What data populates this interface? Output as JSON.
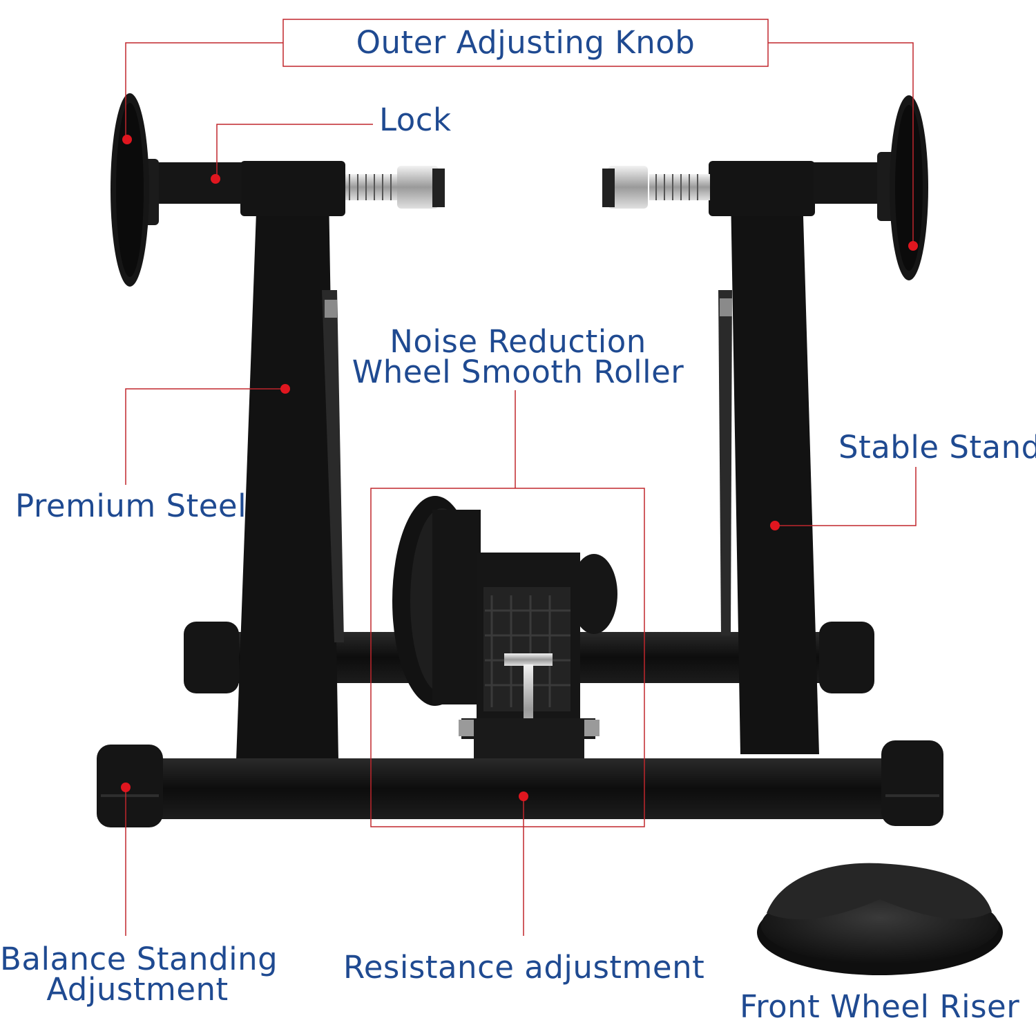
{
  "colors": {
    "label_text": "#1f4a91",
    "leader_line": "#c0262c",
    "marker_dot": "#e0161f",
    "product": "#111111",
    "background": "#ffffff"
  },
  "labels": {
    "outer_adjusting_knob": "Outer Adjusting Knob",
    "lock": "Lock",
    "noise_reduction_line1": "Noise Reduction",
    "noise_reduction_line2": "Wheel Smooth Roller",
    "stable_stand": "Stable Stand",
    "premium_steel": "Premium Steel",
    "balance_line1": "Balance Standing",
    "balance_line2": "Adjustment",
    "resistance_adjustment": "Resistance adjustment",
    "front_wheel_riser": "Front Wheel Riser"
  }
}
